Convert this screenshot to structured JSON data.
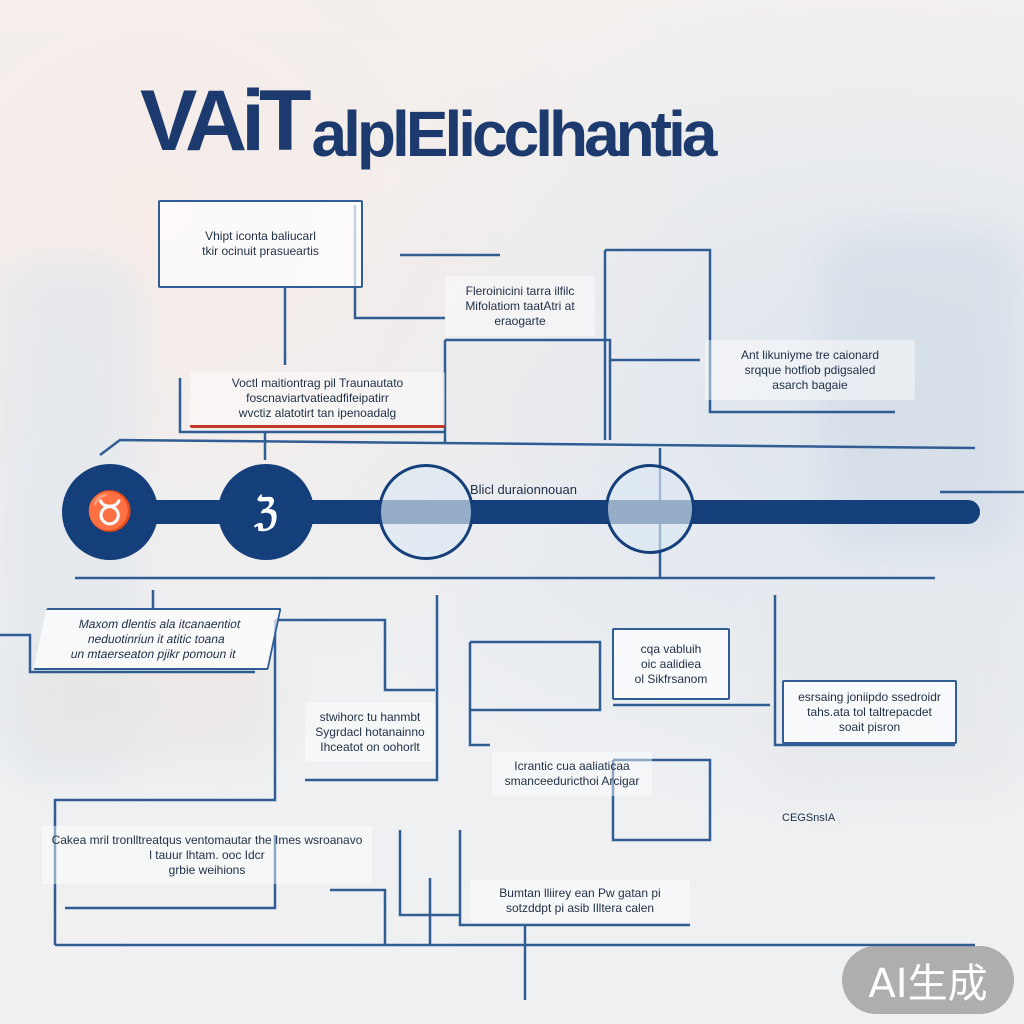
{
  "title": {
    "part1": "VAiT",
    "part2": "alplElicclhantia"
  },
  "top_boxes": [
    {
      "lines": [
        "Vhipt iconta baliucarl",
        "tkir ocinuit prasueartis"
      ]
    },
    {
      "lines": [
        "Fleroinicini tarra  ilfilc",
        "Mifolatiom  taatAtri   at",
        "eraogarte"
      ]
    },
    {
      "lines": [
        "Ant  likuniyme   tre    caionard",
        "srqque   hotfiob  pdigsaled",
        "asarch          bagaie"
      ]
    },
    {
      "lines": [
        "Voctl maitiontrag   pil Traunautato",
        "foscnaviartvatieadfifeipatirr",
        "wvctiz alatotirt   tan   ipenoadalg"
      ]
    }
  ],
  "timeline_label": "Blicl  duraionnouan",
  "nodes": [
    {
      "glyph": "♉"
    },
    {
      "glyph": "ℨ"
    },
    {
      "glyph": ""
    },
    {
      "glyph": ""
    }
  ],
  "bottom_boxes": [
    {
      "lines": [
        "Maxom  dlentis   ala   itcanaentiot",
        "neduotinriun  it atitic toana",
        "un mtaerseaton pjikr pomoun it"
      ]
    },
    {
      "lines": [
        "stwihorc   tu  hanmbt",
        "Sygrdacl hotanainno",
        "Ihceatot on oohorlt"
      ]
    },
    {
      "lines": [
        "cqa  vabluih",
        "oic  aalidiea",
        "ol Sikfrsanom"
      ]
    },
    {
      "lines": [
        "esrsaing joniipdo  ssedroidr",
        "tahs.ata  tol taltrepacdet",
        "soait  pisron"
      ]
    },
    {
      "lines": [
        "Icrantic  cua  aaliaticaa",
        "smanceeduricthoi  Arcigar"
      ]
    },
    {
      "lines": [
        "Cakea mril tronlltreatqus ventomautar the Imes  wsroanavo",
        "l  tauur lhtam.            ooc Idcr",
        "grbie  weihions"
      ]
    },
    {
      "lines": [
        "Bumtan  lliirey  ean       Pw gatan  pi",
        "sotzddpt   pi  asib          Illtera calen"
      ]
    },
    {
      "lines": [
        "CEGSnsIA"
      ]
    }
  ],
  "badge": "AI生成",
  "colors": {
    "primary": "#143f7a",
    "line": "#2f5d94",
    "accent_red": "#c0392b"
  }
}
